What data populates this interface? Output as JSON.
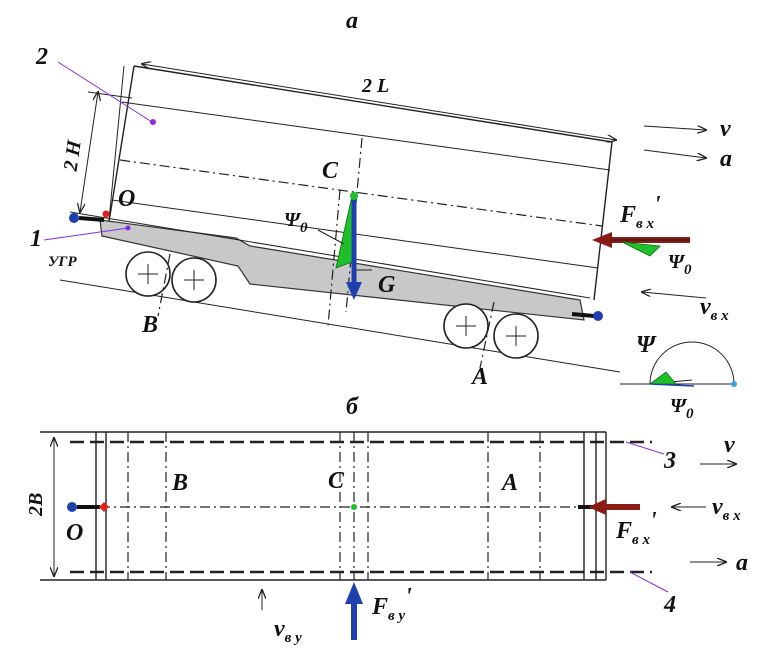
{
  "views": {
    "top_label": "а",
    "bottom_label": "б"
  },
  "view_a": {
    "dim_length": "2 L",
    "dim_height": "2 H",
    "callout_2": "2",
    "callout_1": "1",
    "point_O": "O",
    "point_C": "C",
    "label_angle": "УГР",
    "psi0_left": "Ψ",
    "psi0_left_sub": "0",
    "label_G": "G",
    "label_B": "B",
    "label_A": "A",
    "label_v": "v",
    "label_a": "a",
    "force_F": "F",
    "force_F_sub": "в х",
    "force_F_prime": "'",
    "psi0_right": "Ψ",
    "psi0_right_sub": "0",
    "v_in": "v",
    "v_in_sub": "в х",
    "psi_label": "Ψ",
    "psi0_bottom": "Ψ",
    "psi0_bottom_sub": "0"
  },
  "view_b": {
    "dim_width": "2B",
    "point_O": "O",
    "label_B": "B",
    "label_C": "C",
    "label_A": "A",
    "callout_3": "3",
    "callout_4": "4",
    "label_v": "v",
    "v_in": "v",
    "v_in_sub": "в х",
    "force_Fx": "F",
    "force_Fx_sub": "в х",
    "force_Fx_prime": "'",
    "label_a": "a",
    "v_y": "v",
    "v_y_sub": "в у",
    "force_Fy": "F",
    "force_Fy_sub": "в у",
    "force_Fy_prime": "'"
  },
  "colors": {
    "frame_fill": "#c8c8c8",
    "green": "#1fbf2a",
    "blue": "#1f3fae",
    "dark_red": "#8a1a14",
    "purple": "#8a2be2",
    "red_point": "#e0201a"
  }
}
